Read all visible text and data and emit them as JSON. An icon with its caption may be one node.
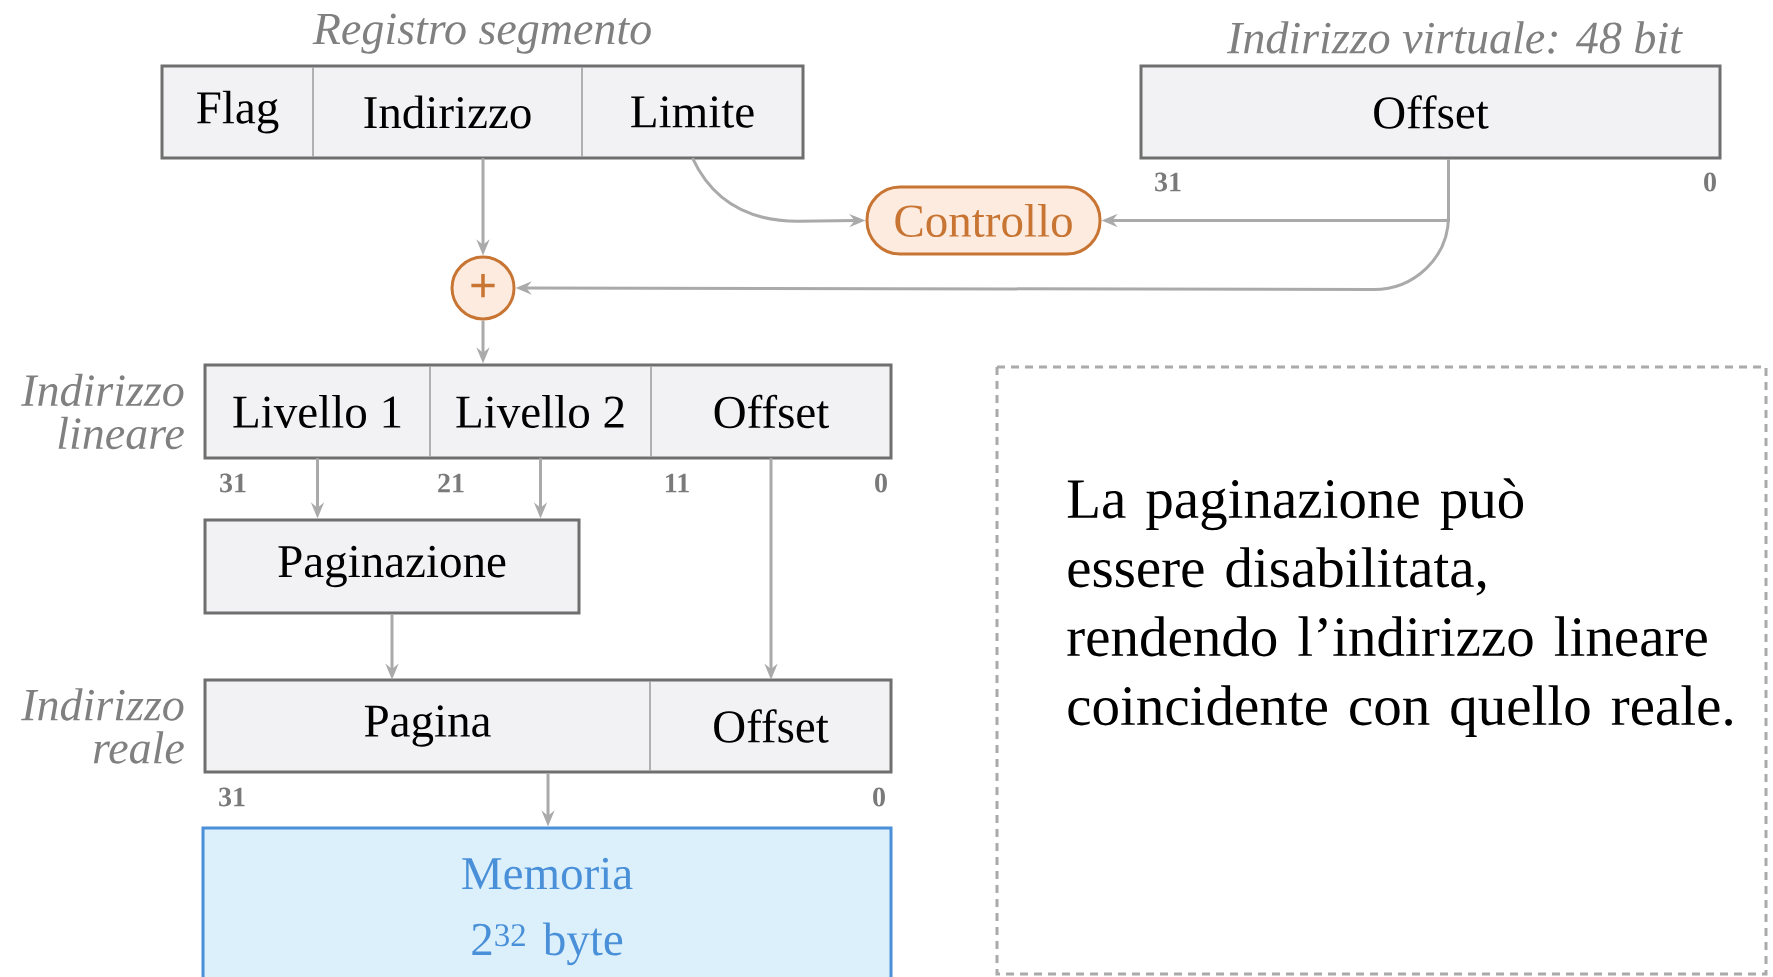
{
  "diagram": {
    "nodes": [
      {
        "text": [
          "Registro segmento"
        ]
      },
      {
        "text": [
          "Flag"
        ],
        "in": 0
      },
      {
        "text": [
          "Indirizzo"
        ],
        "in": 0
      },
      {
        "text": [
          "Limite"
        ],
        "in": 0
      },
      {
        "text": [
          "Indirizzo virtuale: 48 bit",
          "Offset"
        ]
      },
      {
        "text": [
          "Controllo"
        ]
      },
      {
        "text": [
          "+"
        ]
      },
      {
        "text": [
          "Indirizzo lineare"
        ]
      },
      {
        "text": [
          "Livello 1"
        ],
        "in": 7
      },
      {
        "text": [
          "Livello 2"
        ],
        "in": 7
      },
      {
        "text": [
          "Offset"
        ],
        "in": 7
      },
      {
        "text": [
          "Paginazione"
        ]
      },
      {
        "text": [
          "Indirizzo reale"
        ]
      },
      {
        "text": [
          "Pagina"
        ],
        "in": 12
      },
      {
        "text": [
          "Offset"
        ],
        "in": 12
      },
      {
        "text": [
          "Memoria 2$^{32}$ byte"
        ]
      },
      {
        "text": [
          "La paginazione può essere disabilitata, rendendo l’indirizzo lineare coincidente con quello reale."
        ]
      }
    ],
    "edges": [
      {
        "from": 2,
        "to": 6,
        "arrow": "to"
      },
      {
        "from": 3,
        "to": 5,
        "arrow": "to"
      },
      {
        "from": 4,
        "to": 5,
        "arrow": "to"
      },
      {
        "from": 4,
        "to": 6,
        "arrow": "to"
      },
      {
        "from": 6,
        "to": 7,
        "arrow": "to"
      },
      {
        "from": 8,
        "to": 11,
        "arrow": "to"
      },
      {
        "from": 9,
        "to": 11,
        "arrow": "to"
      },
      {
        "from": 10,
        "to": 14,
        "arrow": "to"
      },
      {
        "from": 11,
        "to": 13,
        "arrow": "to"
      },
      {
        "from": 12,
        "to": 15,
        "arrow": "to"
      }
    ],
    "labels": [
      "31",
      "0",
      "31",
      "21",
      "11",
      "0",
      "31",
      "0"
    ]
  }
}
